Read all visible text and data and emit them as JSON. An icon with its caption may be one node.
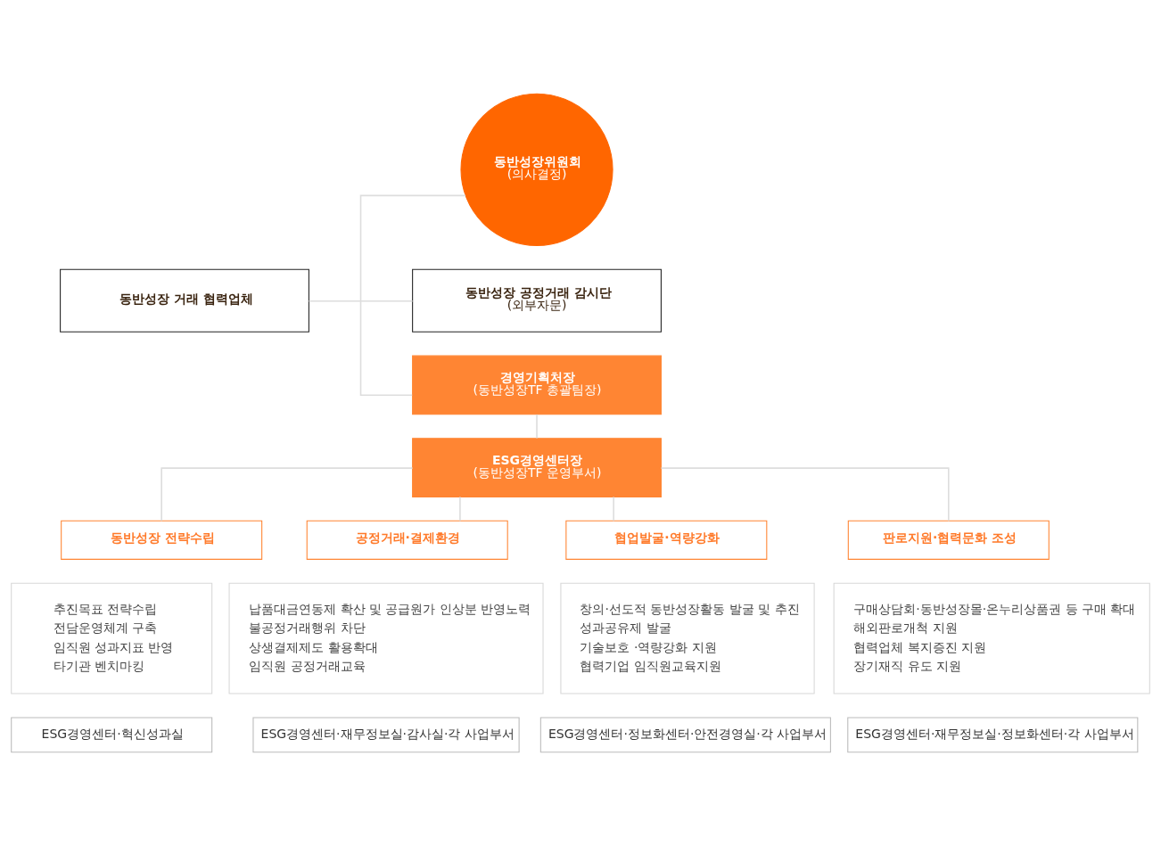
{
  "diagram": {
    "nodes": [
      {
        "text": [
          "동반성장위원회",
          "(의사결정)"
        ]
      },
      {
        "text": [
          "동반성장 거래 협력업체"
        ]
      },
      {
        "text": [
          "동반성장 공정거래 감시단",
          "(외부자문)"
        ]
      },
      {
        "text": [
          "경영기획처장",
          "(동반성장TF 총괄팀장)"
        ]
      },
      {
        "text": [
          "ESG경영센터장",
          "(동반성장TF 운영부서)"
        ]
      },
      {
        "text": [
          "동반성장 전략수립"
        ]
      },
      {
        "text": [
          "공정거래·결제환경"
        ]
      },
      {
        "text": [
          "협업발굴·역량강화"
        ]
      },
      {
        "text": [
          "판로지원·협력문화 조성"
        ]
      },
      {
        "text": [
          "추진목표 전략수립",
          "전담운영체계 구축",
          "임직원 성과지표 반영",
          "타기관 벤치마킹"
        ]
      },
      {
        "text": [
          "납품대금연동제 확산 및 공급원가 인상분 반영노력",
          "불공정거래행위 차단",
          "상생결제제도 활용확대",
          "임직원 공정거래교육"
        ]
      },
      {
        "text": [
          "창의·선도적 동반성장활동 발굴 및 추진",
          "성과공유제 발굴",
          "기술보호 ·역량강화 지원",
          "협력기업 임직원교육지원"
        ]
      },
      {
        "text": [
          "구매상담회·동반성장몰·온누리상품권 등 구매 확대",
          "해외판로개척 지원",
          "협력업체 복지증진 지원",
          "장기재직 유도 지원"
        ]
      },
      {
        "text": [
          "ESG경영센터·혁신성과실"
        ]
      },
      {
        "text": [
          "ESG경영센터·재무정보실·감사실·각 사업부서"
        ]
      },
      {
        "text": [
          "ESG경영센터·정보화센터·안전경영실·각 사업부서"
        ]
      },
      {
        "text": [
          "ESG경영센터·재무정보실·정보화센터·각 사업부서"
        ]
      }
    ],
    "edges": [
      {
        "from": 0,
        "to": 3,
        "arrow": "none"
      },
      {
        "from": 1,
        "to": 2,
        "arrow": "none"
      },
      {
        "from": 3,
        "to": 4,
        "arrow": "none"
      },
      {
        "from": 4,
        "to": 5,
        "arrow": "none"
      },
      {
        "from": 4,
        "to": 6,
        "arrow": "none"
      },
      {
        "from": 4,
        "to": 7,
        "arrow": "none"
      },
      {
        "from": 4,
        "to": 8,
        "arrow": "none"
      }
    ]
  }
}
